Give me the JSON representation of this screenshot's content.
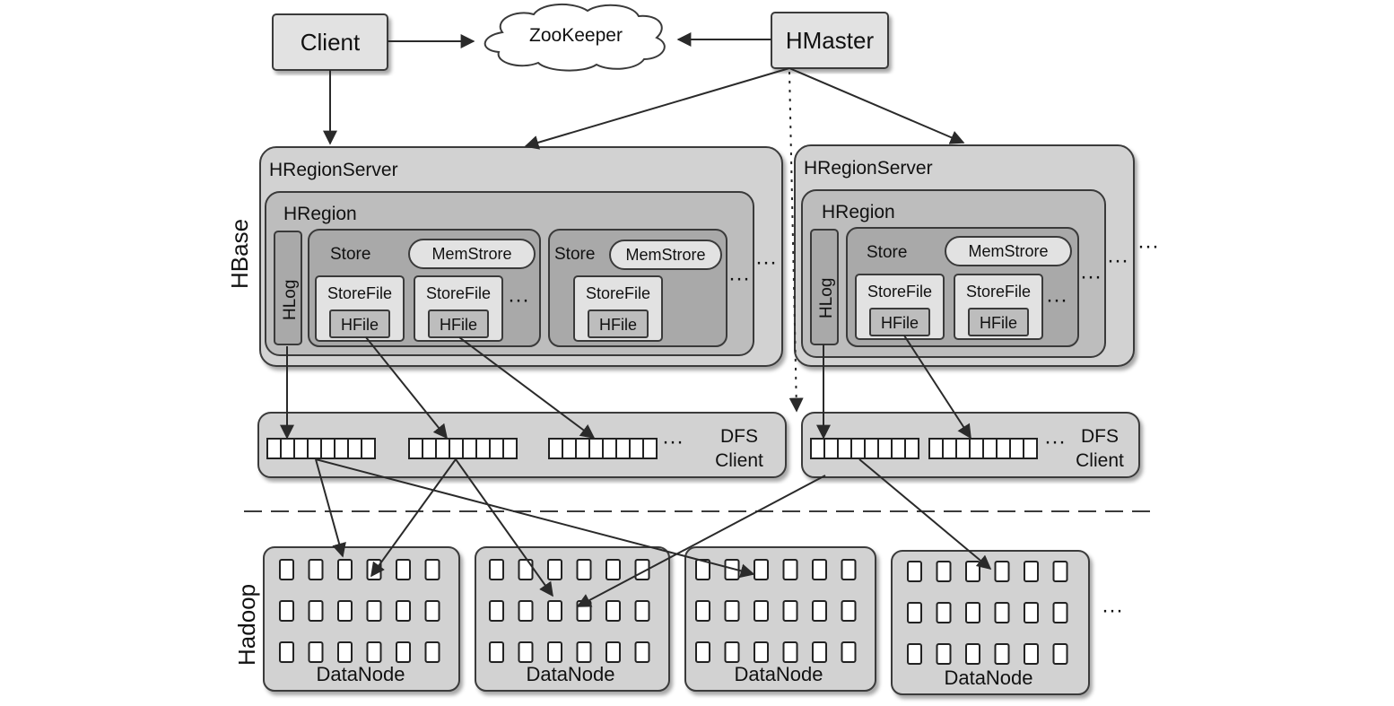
{
  "labels": {
    "client": "Client",
    "zookeeper": "ZooKeeper",
    "hmaster": "HMaster",
    "hregionserver_1": "HRegionServer",
    "hregionserver_2": "HRegionServer",
    "hregion_1": "HRegion",
    "hregion_2": "HRegion",
    "hlog_1": "HLog",
    "hlog_2": "HLog",
    "store_1a": "Store",
    "store_1b": "Store",
    "store_2a": "Store",
    "memstore_1a": "MemStrore",
    "memstore_1b": "MemStrore",
    "memstore_2a": "MemStrore",
    "storefile_1a1": "StoreFile",
    "storefile_1a2": "StoreFile",
    "storefile_1b1": "StoreFile",
    "storefile_2a1": "StoreFile",
    "storefile_2a2": "StoreFile",
    "hfile_1a1": "HFile",
    "hfile_1a2": "HFile",
    "hfile_1b1": "HFile",
    "hfile_2a1": "HFile",
    "hfile_2a2": "HFile",
    "dfs_client_1_line1": "DFS",
    "dfs_client_1_line2": "Client",
    "dfs_client_2_line1": "DFS",
    "dfs_client_2_line2": "Client",
    "hbase_layer": "HBase",
    "hadoop_layer": "Hadoop",
    "datanode_1": "DataNode",
    "datanode_2": "DataNode",
    "datanode_3": "DataNode",
    "datanode_4": "DataNode",
    "ellipsis": "···"
  }
}
